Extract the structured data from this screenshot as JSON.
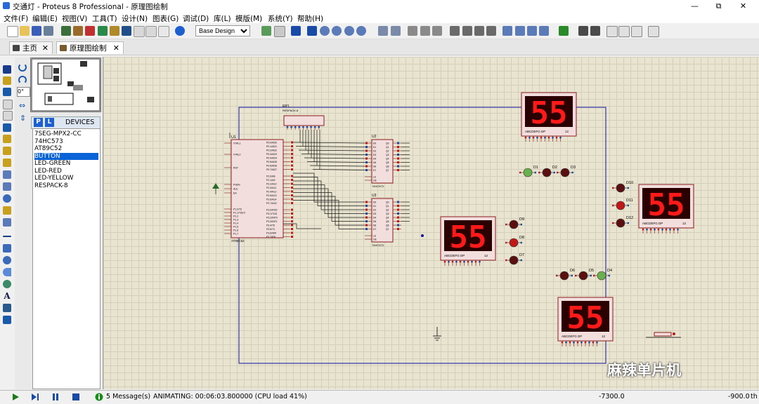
{
  "window": {
    "title": "交通灯 - Proteus 8 Professional - 原理图绘制",
    "minimize": "—",
    "restore": "⧉",
    "close": "✕"
  },
  "menu": [
    "文件(F)",
    "编辑(E)",
    "视图(V)",
    "工具(T)",
    "设计(N)",
    "图表(G)",
    "调试(D)",
    "库(L)",
    "模版(M)",
    "系统(Y)",
    "帮助(H)"
  ],
  "toolbar": {
    "design_select": "Base Design"
  },
  "tabs": [
    {
      "label": "主页",
      "close": "✕"
    },
    {
      "label": "原理图绘制",
      "close": "✕"
    }
  ],
  "leftpanel": {
    "rotation": "0°",
    "pick_p": "P",
    "pick_l": "L",
    "devices_label": "DEVICES",
    "devices": [
      "7SEG-MPX2-CC",
      "74HC573",
      "AT89C52",
      "BUTTON",
      "LED-GREEN",
      "LED-RED",
      "LED-YELLOW",
      "RESPACK-8"
    ],
    "selected_index": 3
  },
  "schematic": {
    "u1": {
      "ref": "U1",
      "part": "AT89C52",
      "left_pins": [
        "XTAL1",
        "XTAL2",
        "RST",
        "PSEN",
        "ALE",
        "EA",
        "P1.0/T2",
        "P1.1/T2EX",
        "P1.2",
        "P1.3",
        "P1.4",
        "P1.5",
        "P1.6",
        "P1.7"
      ],
      "right_pins": [
        "P0.0/AD0",
        "P0.1/AD1",
        "P0.2/AD2",
        "P0.3/AD3",
        "P0.4/AD4",
        "P0.5/AD5",
        "P0.6/AD6",
        "P0.7/AD7",
        "P2.0/A8",
        "P2.1/A9",
        "P2.2/A10",
        "P2.3/A11",
        "P2.4/A12",
        "P2.5/A13",
        "P2.6/A14",
        "P2.7/A15",
        "P3.0/RXD",
        "P3.1/TXD",
        "P3.2/INT0",
        "P3.3/INT1",
        "P3.4/T0",
        "P3.5/T1",
        "P3.6/WR",
        "P3.7/RD"
      ]
    },
    "u2": {
      "ref": "U2",
      "part": "74HC573",
      "in": [
        "D0",
        "D1",
        "D2",
        "D3",
        "D4",
        "D5",
        "D6",
        "D7"
      ],
      "out": [
        "Q0",
        "Q1",
        "Q2",
        "Q3",
        "Q4",
        "Q5",
        "Q6",
        "Q7"
      ],
      "ctl": [
        "LE",
        "OE"
      ]
    },
    "u3": {
      "ref": "U3",
      "part": "74HC573",
      "in": [
        "D0",
        "D1",
        "D2",
        "D3",
        "D4",
        "D5",
        "D6",
        "D7"
      ],
      "out": [
        "Q0",
        "Q1",
        "Q2",
        "Q3",
        "Q4",
        "Q5",
        "Q6",
        "Q7"
      ],
      "ctl": [
        "LE",
        "OE"
      ]
    },
    "rp1": {
      "ref": "RP1",
      "part": "RESPACK-8"
    },
    "displays": [
      {
        "digits": "55",
        "seg_label": "ABCDEFG DP",
        "sel_label": "12"
      },
      {
        "digits": "55",
        "seg_label": "ABCDEFG DP",
        "sel_label": "12"
      },
      {
        "digits": "55",
        "seg_label": "ABCDEFG DP",
        "sel_label": "12"
      },
      {
        "digits": "55",
        "seg_label": "ABCDEFG DP",
        "sel_label": "12"
      }
    ],
    "leds": [
      {
        "ref": "D1",
        "color": "#6ab04c"
      },
      {
        "ref": "D2",
        "color": "#5a1010"
      },
      {
        "ref": "D3",
        "color": "#5a1010"
      },
      {
        "ref": "D4",
        "color": "#6ab04c"
      },
      {
        "ref": "D5",
        "color": "#5a1010"
      },
      {
        "ref": "D6",
        "color": "#5a1010"
      },
      {
        "ref": "D7",
        "color": "#5a1010"
      },
      {
        "ref": "D8",
        "color": "#c01818"
      },
      {
        "ref": "D9",
        "color": "#5a1010"
      },
      {
        "ref": "D10",
        "color": "#5a1010"
      },
      {
        "ref": "D11",
        "color": "#c01818"
      },
      {
        "ref": "D12",
        "color": "#5a1010"
      }
    ]
  },
  "status": {
    "messages": "5 Message(s)",
    "animating": "ANIMATING: 00:06:03.800000 (CPU load 41%)",
    "coord_x": "-7300.0",
    "coord_y": "-900.0",
    "units": "th"
  },
  "watermark": "麻辣单片机",
  "colors": {
    "display_bg": "#2a0000",
    "segment_on": "#ff1a1a",
    "wire": "#1010a0",
    "chip_fill": "#f3dede",
    "chip_stroke": "#8a1a1a"
  }
}
